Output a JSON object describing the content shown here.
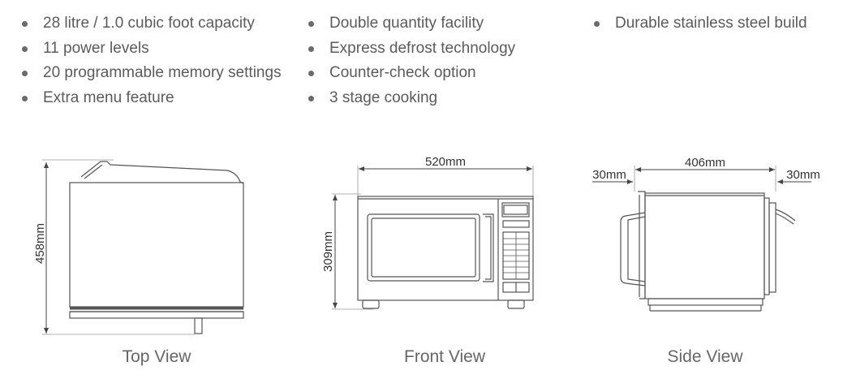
{
  "features": {
    "column_1": [
      "28 litre / 1.0 cubic foot capacity",
      "11 power levels",
      "20 programmable memory settings",
      "Extra menu feature"
    ],
    "column_2": [
      "Double quantity facility",
      "Express defrost technology",
      "Counter-check option",
      "3 stage cooking"
    ],
    "column_3": [
      "Durable stainless steel build"
    ]
  },
  "views": {
    "top": {
      "label": "Top View",
      "depth": "458mm"
    },
    "front": {
      "label": "Front View",
      "width": "520mm",
      "height": "309mm"
    },
    "side": {
      "label": "Side View",
      "depth": "406mm",
      "front_clearance": "30mm",
      "rear_clearance": "30mm"
    }
  }
}
